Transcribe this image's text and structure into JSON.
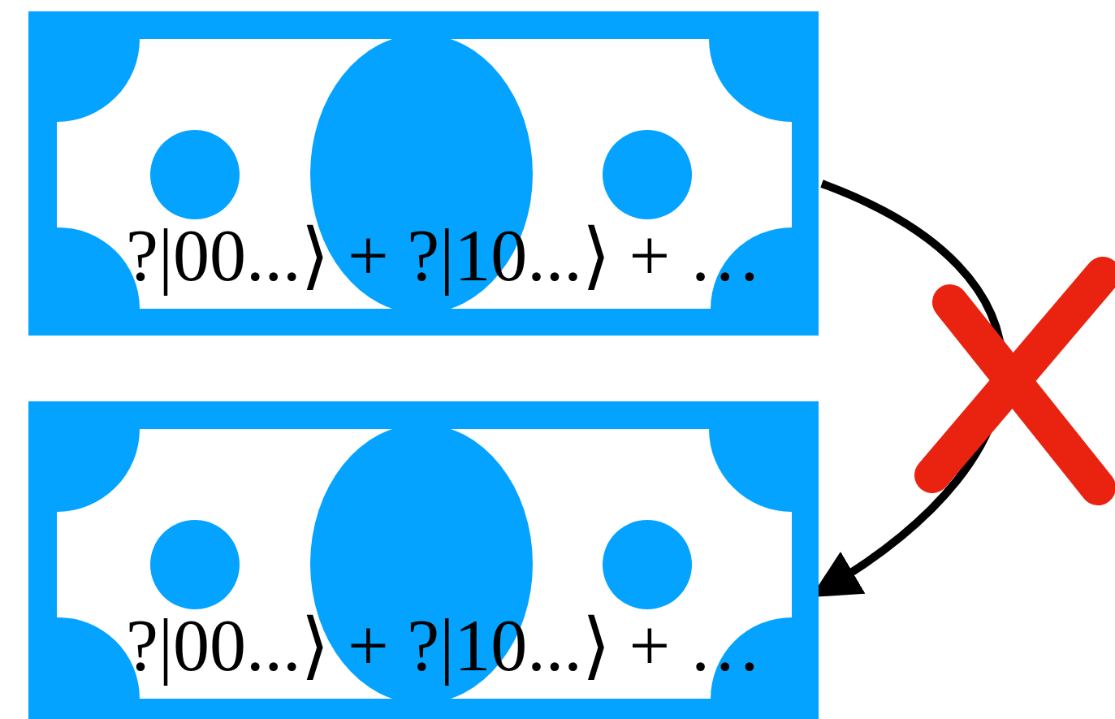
{
  "diagram": {
    "nodes": [
      {
        "text": [
          "?|00...⟩ + ?|10...⟩ + …"
        ]
      },
      {
        "text": [
          "?|00...⟩ + ?|10...⟩ + …"
        ]
      }
    ],
    "edges": [
      {
        "from": 0,
        "to": 1,
        "arrow": "to"
      }
    ]
  }
}
